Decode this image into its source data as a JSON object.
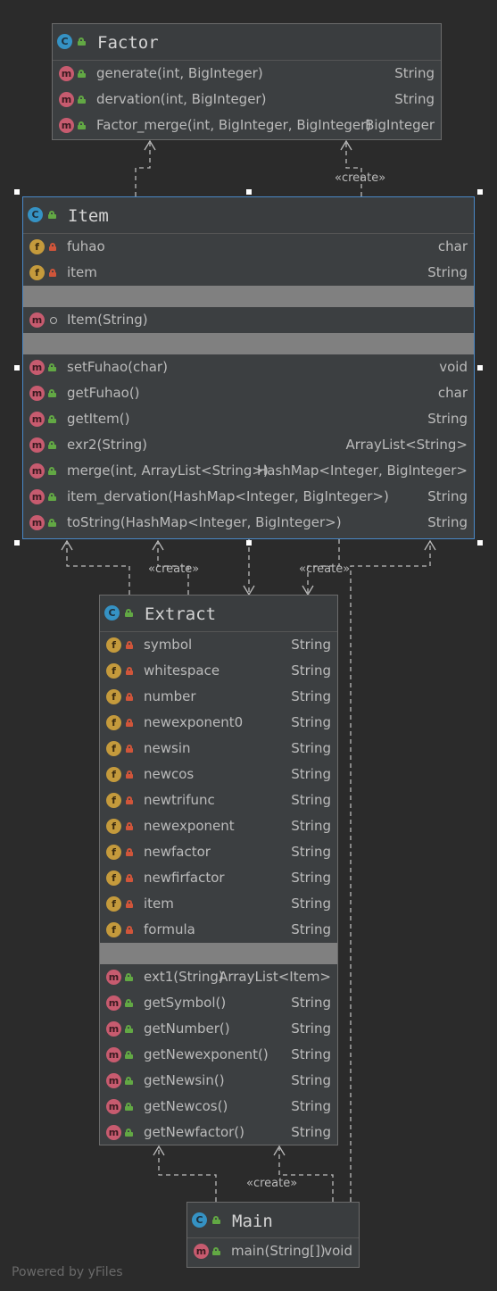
{
  "factor": {
    "name": "Factor",
    "methods": [
      {
        "name": "generate(int, BigInteger)",
        "type": "String"
      },
      {
        "name": "dervation(int, BigInteger)",
        "type": "String"
      },
      {
        "name": "Factor_merge(int, BigInteger, BigInteger)",
        "type": "BigInteger"
      }
    ]
  },
  "item": {
    "name": "Item",
    "fields": [
      {
        "name": "fuhao",
        "type": "char"
      },
      {
        "name": "item",
        "type": "String"
      }
    ],
    "constructors": [
      {
        "name": "Item(String)",
        "type": ""
      }
    ],
    "methods": [
      {
        "name": "setFuhao(char)",
        "type": "void"
      },
      {
        "name": "getFuhao()",
        "type": "char"
      },
      {
        "name": "getItem()",
        "type": "String"
      },
      {
        "name": "exr2(String)",
        "type": "ArrayList<String>"
      },
      {
        "name": "merge(int, ArrayList<String>)",
        "type": "HashMap<Integer, BigInteger>"
      },
      {
        "name": "item_dervation(HashMap<Integer, BigInteger>)",
        "type": "String"
      },
      {
        "name": "toString(HashMap<Integer, BigInteger>)",
        "type": "String"
      }
    ]
  },
  "extract": {
    "name": "Extract",
    "fields": [
      {
        "name": "symbol",
        "type": "String"
      },
      {
        "name": "whitespace",
        "type": "String"
      },
      {
        "name": "number",
        "type": "String"
      },
      {
        "name": "newexponent0",
        "type": "String"
      },
      {
        "name": "newsin",
        "type": "String"
      },
      {
        "name": "newcos",
        "type": "String"
      },
      {
        "name": "newtrifunc",
        "type": "String"
      },
      {
        "name": "newexponent",
        "type": "String"
      },
      {
        "name": "newfactor",
        "type": "String"
      },
      {
        "name": "newfirfactor",
        "type": "String"
      },
      {
        "name": "item",
        "type": "String"
      },
      {
        "name": "formula",
        "type": "String"
      }
    ],
    "methods": [
      {
        "name": "ext1(String)",
        "type": "ArrayList<Item>"
      },
      {
        "name": "getSymbol()",
        "type": "String"
      },
      {
        "name": "getNumber()",
        "type": "String"
      },
      {
        "name": "getNewexponent()",
        "type": "String"
      },
      {
        "name": "getNewsin()",
        "type": "String"
      },
      {
        "name": "getNewcos()",
        "type": "String"
      },
      {
        "name": "getNewfactor()",
        "type": "String"
      }
    ]
  },
  "main": {
    "name": "Main",
    "methods": [
      {
        "name": "main(String[])",
        "type": "void"
      }
    ]
  },
  "icons": {
    "class": "C",
    "method": "m",
    "field": "f"
  },
  "edge_labels": {
    "create_factor": "«create»",
    "create_item_left": "«create»",
    "create_item_right": "«create»",
    "create_main": "«create»"
  },
  "footer": "Powered by yFiles",
  "colors": {
    "background": "#2b2b2b",
    "class_fill": "#3c3f41",
    "selected_border": "#4a88c7",
    "separator": "#808080"
  }
}
